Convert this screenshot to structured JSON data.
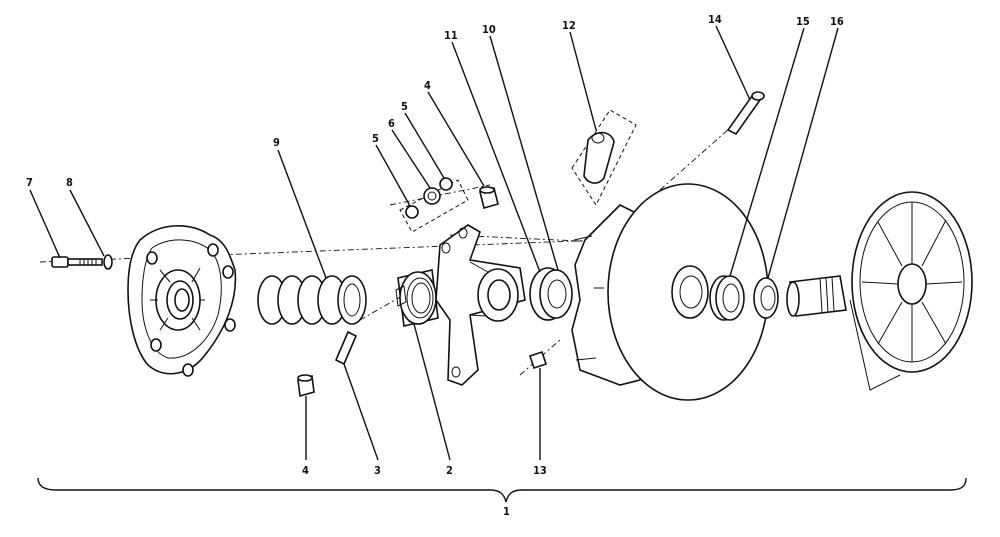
{
  "callouts": {
    "c1": "1",
    "c2": "2",
    "c3": "3",
    "c4a": "4",
    "c4b": "4",
    "c5a": "5",
    "c5b": "5",
    "c6": "6",
    "c7": "7",
    "c8": "8",
    "c9": "9",
    "c10": "10",
    "c11": "11",
    "c12": "12",
    "c13": "13",
    "c14": "14",
    "c15": "15",
    "c16": "16"
  },
  "colors": {
    "ink": "#111111",
    "paper": "#ffffff"
  }
}
